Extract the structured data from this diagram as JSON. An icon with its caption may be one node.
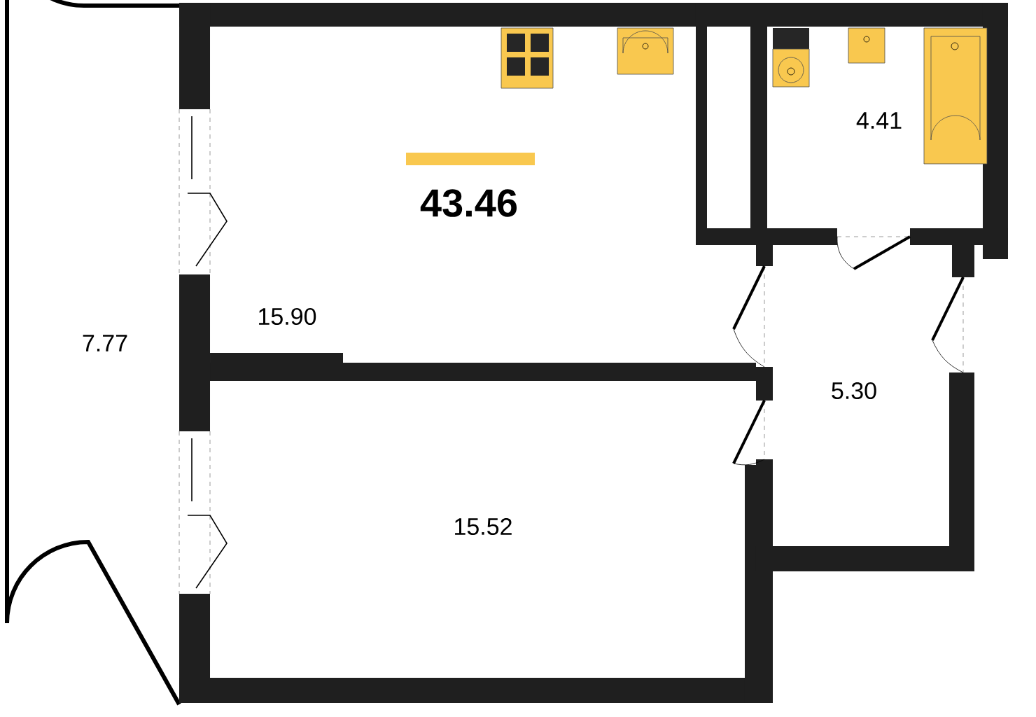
{
  "diagram": {
    "labels": [
      "43.46",
      "4.41",
      "15.90",
      "7.77",
      "5.30",
      "15.52"
    ]
  }
}
